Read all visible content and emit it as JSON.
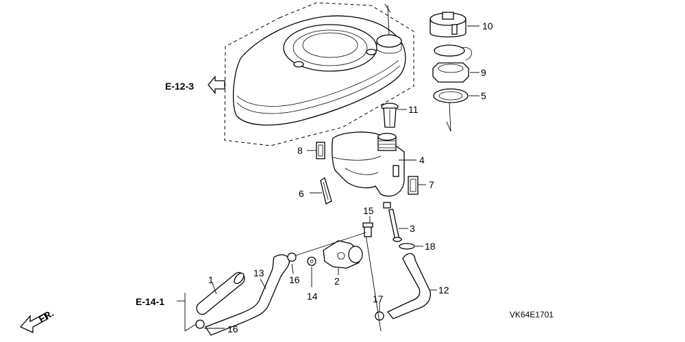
{
  "diagram": {
    "code": "VK64E1701",
    "refs": {
      "upper": "E-12-3",
      "lower": "E-14-1",
      "front": "FR."
    },
    "labels": {
      "p1": "1",
      "p2": "2",
      "p3": "3",
      "p4": "4",
      "p5": "5",
      "p6": "6",
      "p7": "7",
      "p8": "8",
      "p9": "9",
      "p10": "10",
      "p11": "11",
      "p12": "12",
      "p13": "13",
      "p14": "14",
      "p15": "15",
      "p16a": "16",
      "p16b": "16",
      "p17": "17",
      "p18": "18"
    }
  }
}
